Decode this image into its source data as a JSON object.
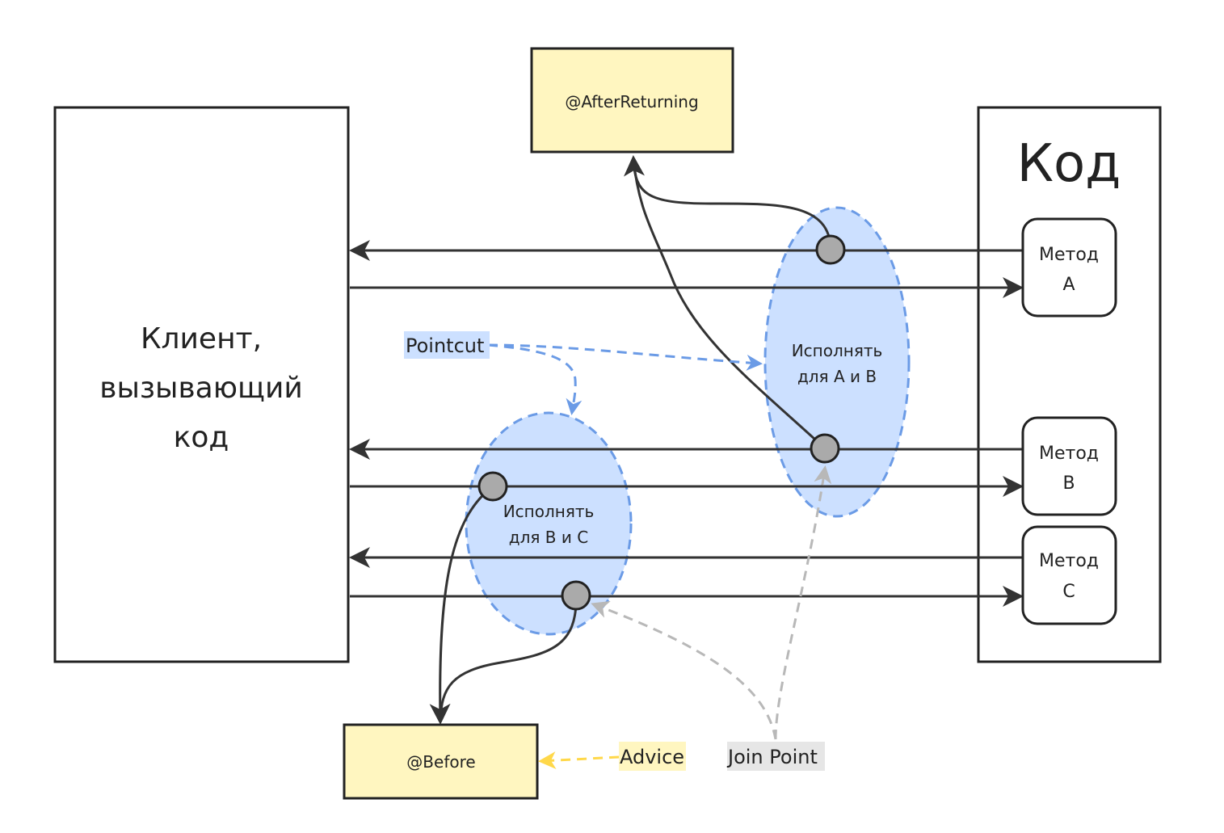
{
  "client": {
    "lines": [
      "Клиент,",
      "вызывающий",
      "код"
    ]
  },
  "code_box": {
    "title": "Код"
  },
  "methods": [
    {
      "lines": [
        "Метод",
        "A"
      ]
    },
    {
      "lines": [
        "Метод",
        "B"
      ]
    },
    {
      "lines": [
        "Метод",
        "C"
      ]
    }
  ],
  "advices": {
    "after_returning": "@AfterReturning",
    "before": "@Before"
  },
  "pointcut_regions": [
    {
      "lines": [
        "Исполнять",
        "для A и B"
      ]
    },
    {
      "lines": [
        "Исполнять",
        "для B и C"
      ]
    }
  ],
  "labels": {
    "pointcut": "Pointcut",
    "advice": "Advice",
    "join_point": "Join Point"
  },
  "colors": {
    "advice_fill": "#fff6c0",
    "pointcut_fill": "#cce0ff",
    "pointcut_stroke": "#6b9be6",
    "join_point_fill": "#aaaaaa",
    "advice_arrow": "#ffd84a",
    "join_point_arrow": "#b8b8b8",
    "line": "#333333"
  }
}
